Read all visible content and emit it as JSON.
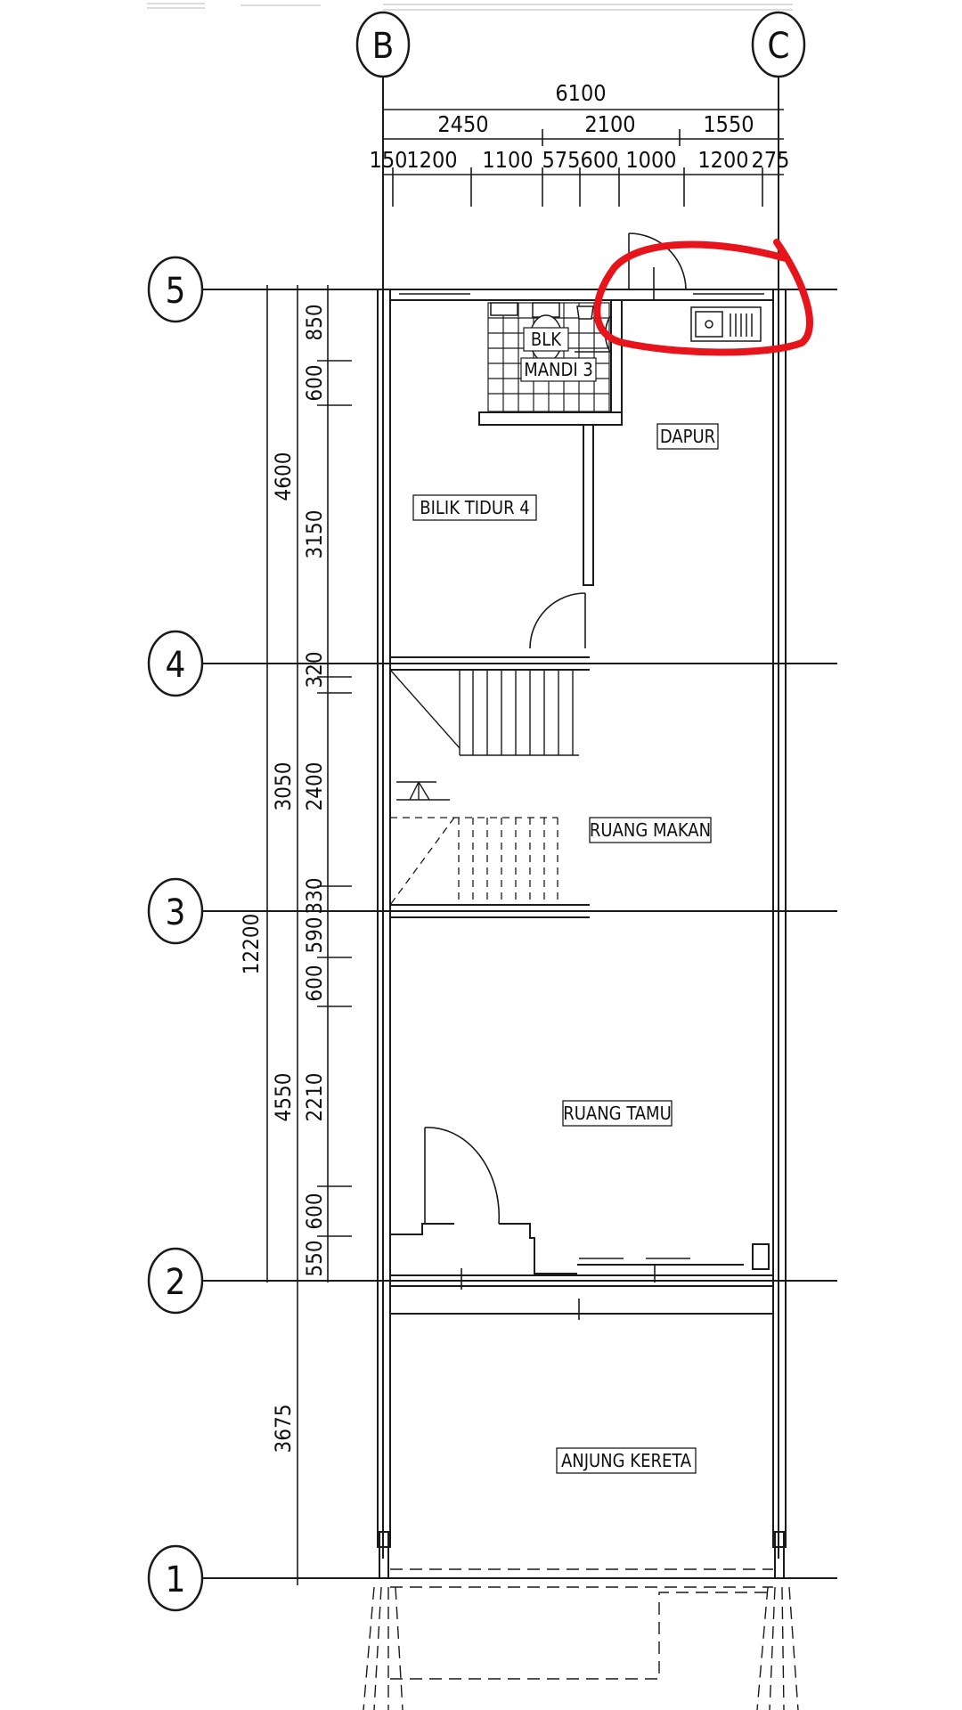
{
  "grid_lines": {
    "columns": [
      "B",
      "C"
    ],
    "rows": [
      "5",
      "4",
      "3",
      "2",
      "1"
    ]
  },
  "dimensions_top": {
    "overall": "6100",
    "spans": [
      "2450",
      "2100",
      "1550"
    ],
    "segments": [
      "150",
      "1200",
      "1100",
      "575",
      "600",
      "1000",
      "1200",
      "275"
    ]
  },
  "dimensions_left": {
    "overall": "12200",
    "col1": [
      "4600",
      "3050",
      "4550"
    ],
    "col2": [
      "850",
      "600",
      "3150",
      "320",
      "2400",
      "330",
      "590",
      "600",
      "2210",
      "600",
      "550"
    ],
    "front": "3675"
  },
  "rooms": {
    "blk_mandi_line1": "BLK",
    "blk_mandi_line2": "MANDI 3",
    "dapur": "DAPUR",
    "bilik_tidur": "BILIK TIDUR 4",
    "ruang_makan": "RUANG MAKAN",
    "ruang_tamu": "RUANG TAMU",
    "anjung_kereta": "ANJUNG KERETA"
  },
  "colors": {
    "line": "#1a1a1a",
    "highlight": "#e8141b",
    "background": "#ffffff"
  }
}
